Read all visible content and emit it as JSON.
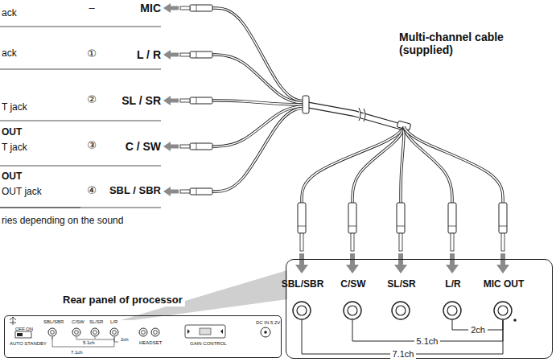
{
  "diagram": {
    "nodes": [
      {
        "text": [
          "SBL/SBR",
          "C/SW",
          "SL/SR",
          "L/R",
          "MIC OUT",
          "2ch",
          "5.1ch",
          "7.1ch"
        ]
      },
      {
        "text": [
          "SBL/SBR",
          "C/SW",
          "SL/SR",
          "L/R",
          "OFF",
          "ON",
          "AUTO STANDBY",
          "5.1ch",
          "7.1ch",
          "2ch",
          "HEADSET",
          "GAIN CONTROL",
          "DC IN 5.2V"
        ]
      }
    ],
    "labels": [
      "ack",
      "–",
      "MIC",
      "ack",
      "①",
      "L / R",
      "T jack",
      "②",
      "SL / SR",
      "OUT",
      "T jack",
      "③",
      "C / SW",
      "OUT",
      "OUT jack",
      "④",
      "SBL / SBR",
      "ries depending on the sound",
      "Multi-channel cable (supplied)",
      "Rear panel of processor"
    ]
  }
}
